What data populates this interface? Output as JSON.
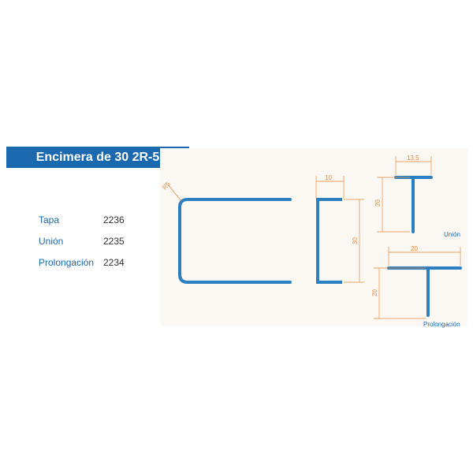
{
  "title": "Encimera de 30 2R-5",
  "parts": [
    {
      "name": "Tapa",
      "code": "2236"
    },
    {
      "name": "Unión",
      "code": "2235"
    },
    {
      "name": "Prolongación",
      "code": "2234"
    }
  ],
  "dimensions": {
    "radius": "R5",
    "channel_width": "10",
    "channel_height": "30",
    "union_width": "13,5",
    "union_height": "20",
    "prolongacion_width": "20",
    "prolongacion_height": "20"
  },
  "captions": {
    "union": "Unión",
    "prolongacion": "Prolongación"
  },
  "colors": {
    "brand_blue": "#1a68ae",
    "profile_blue": "#2c7fc0",
    "dimension_orange": "#e58a3a"
  }
}
